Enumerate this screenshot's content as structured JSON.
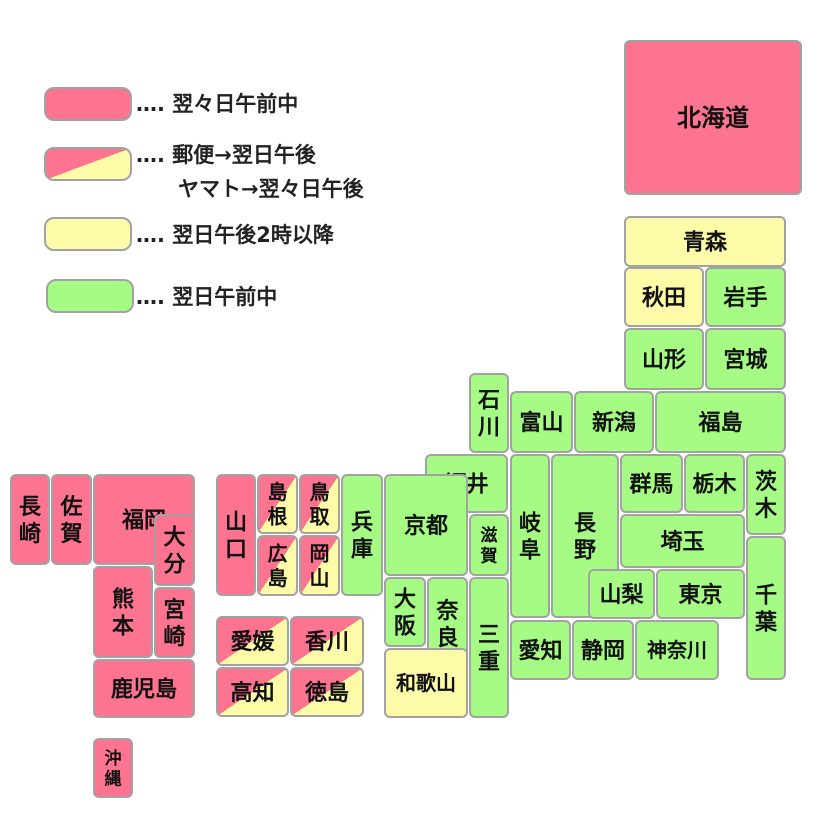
{
  "colors": {
    "pink": "#fd7490",
    "yellow": "#fdfaa8",
    "green": "#a6fb84",
    "border": "#a2a2a2"
  },
  "legend": [
    {
      "id": "day-after-next-morning",
      "style": "pink",
      "lines": [
        "…. 翌々日午前中"
      ]
    },
    {
      "id": "split-post-yamato",
      "style": "split",
      "lines": [
        "…. 郵便→翌日午後",
        "ヤマト→翌々日午後"
      ]
    },
    {
      "id": "next-day-afternoon",
      "style": "yellow",
      "lines": [
        "…. 翌日午後2時以降"
      ]
    },
    {
      "id": "next-day-morning",
      "style": "green",
      "lines": [
        "…. 翌日午前中"
      ]
    }
  ],
  "prefectures": [
    {
      "id": "hokkaido",
      "name": "北海道",
      "style": "pink"
    },
    {
      "id": "aomori",
      "name": "青森",
      "style": "yellow"
    },
    {
      "id": "akita",
      "name": "秋田",
      "style": "yellow"
    },
    {
      "id": "iwate",
      "name": "岩手",
      "style": "green"
    },
    {
      "id": "yamagata",
      "name": "山形",
      "style": "green"
    },
    {
      "id": "miyagi",
      "name": "宮城",
      "style": "green"
    },
    {
      "id": "niigata",
      "name": "新潟",
      "style": "green"
    },
    {
      "id": "fukushima",
      "name": "福島",
      "style": "green"
    },
    {
      "id": "ishikawa",
      "name": "石川",
      "style": "green"
    },
    {
      "id": "toyama",
      "name": "富山",
      "style": "green"
    },
    {
      "id": "fukui",
      "name": "福井",
      "style": "green"
    },
    {
      "id": "gifu",
      "name": "岐阜",
      "style": "green"
    },
    {
      "id": "nagano",
      "name": "長野",
      "style": "green"
    },
    {
      "id": "gunma",
      "name": "群馬",
      "style": "green"
    },
    {
      "id": "tochigi",
      "name": "栃木",
      "style": "green"
    },
    {
      "id": "ibaraki",
      "name": "茨木",
      "style": "green"
    },
    {
      "id": "saitama",
      "name": "埼玉",
      "style": "green"
    },
    {
      "id": "chiba",
      "name": "千葉",
      "style": "green"
    },
    {
      "id": "yamanashi",
      "name": "山梨",
      "style": "green"
    },
    {
      "id": "tokyo",
      "name": "東京",
      "style": "green"
    },
    {
      "id": "kanagawa",
      "name": "神奈川",
      "style": "green"
    },
    {
      "id": "shizuoka",
      "name": "静岡",
      "style": "green"
    },
    {
      "id": "aichi",
      "name": "愛知",
      "style": "green"
    },
    {
      "id": "mie",
      "name": "三重",
      "style": "green"
    },
    {
      "id": "shiga",
      "name": "滋賀",
      "style": "green"
    },
    {
      "id": "kyoto",
      "name": "京都",
      "style": "green"
    },
    {
      "id": "osaka",
      "name": "大阪",
      "style": "green"
    },
    {
      "id": "nara",
      "name": "奈良",
      "style": "green"
    },
    {
      "id": "wakayama",
      "name": "和歌山",
      "style": "yellow"
    },
    {
      "id": "hyogo",
      "name": "兵庫",
      "style": "green"
    },
    {
      "id": "tottori",
      "name": "鳥取",
      "style": "split"
    },
    {
      "id": "shimane",
      "name": "島根",
      "style": "split"
    },
    {
      "id": "okayama",
      "name": "岡山",
      "style": "split"
    },
    {
      "id": "hiroshima",
      "name": "広島",
      "style": "split"
    },
    {
      "id": "yamaguchi",
      "name": "山口",
      "style": "pink"
    },
    {
      "id": "ehime",
      "name": "愛媛",
      "style": "split"
    },
    {
      "id": "kagawa",
      "name": "香川",
      "style": "split"
    },
    {
      "id": "kochi",
      "name": "高知",
      "style": "split"
    },
    {
      "id": "tokushima",
      "name": "徳島",
      "style": "split"
    },
    {
      "id": "fukuoka",
      "name": "福岡",
      "style": "pink"
    },
    {
      "id": "saga",
      "name": "佐賀",
      "style": "pink"
    },
    {
      "id": "nagasaki",
      "name": "長崎",
      "style": "pink"
    },
    {
      "id": "oita",
      "name": "大分",
      "style": "pink"
    },
    {
      "id": "kumamoto",
      "name": "熊本",
      "style": "pink"
    },
    {
      "id": "miyazaki",
      "name": "宮崎",
      "style": "pink"
    },
    {
      "id": "kagoshima",
      "name": "鹿児島",
      "style": "pink"
    },
    {
      "id": "okinawa",
      "name": "沖縄",
      "style": "pink"
    }
  ]
}
